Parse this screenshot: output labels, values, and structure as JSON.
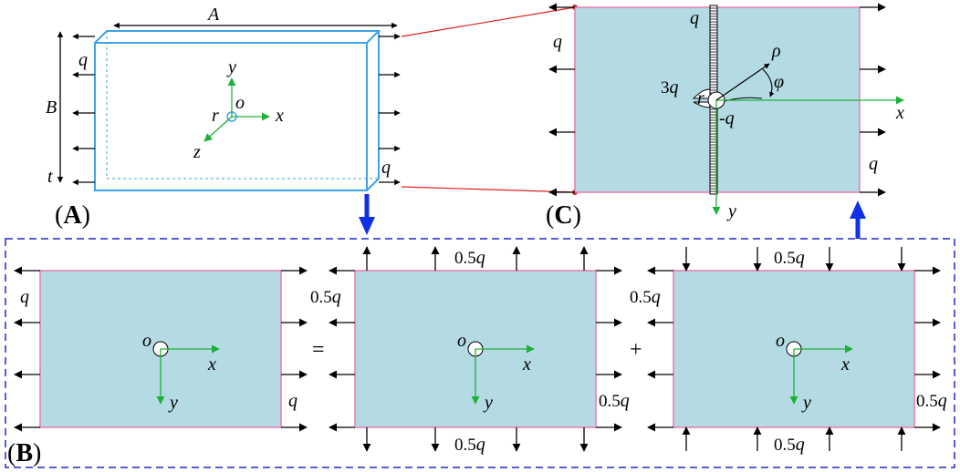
{
  "panels": {
    "a": {
      "open": "(",
      "letter": "A",
      "close": ")"
    },
    "b": {
      "open": "(",
      "letter": "B",
      "close": ")"
    },
    "c": {
      "open": "(",
      "letter": "C",
      "close": ")"
    }
  },
  "labels": {
    "A": "A",
    "B": "B",
    "t": "t",
    "q": "q",
    "o": "o",
    "r": "r",
    "x": "x",
    "y": "y",
    "z": "z",
    "rho": "ρ",
    "phi": "φ",
    "three_q_num": "3",
    "neg_q_sign": "-",
    "half_num": "0.5",
    "equals": "=",
    "plus": "+"
  },
  "colors": {
    "plate_fill": "#b4dae4",
    "plate_edge": "#e87ab0",
    "plate3d_edge": "#3fa3e6",
    "axis": "#1eb038",
    "connector": "#e02020",
    "blue_arrow": "#1130e6",
    "dashed_box": "#2228c8"
  }
}
